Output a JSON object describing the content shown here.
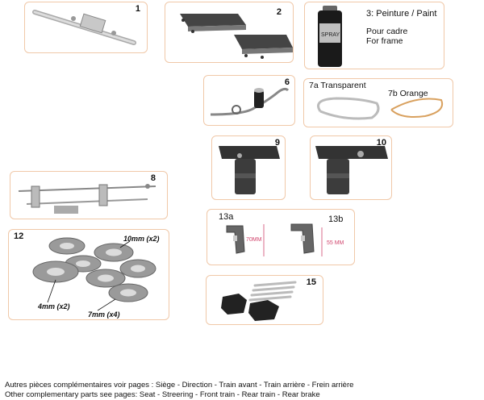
{
  "parts": {
    "p1": {
      "number": "1"
    },
    "p2": {
      "number": "2"
    },
    "p3": {
      "number_title": "3: Peinture / Paint",
      "line_fr": "Pour cadre",
      "line_en": "For frame"
    },
    "p6": {
      "number": "6"
    },
    "p7": {
      "label_a": "7a Transparent",
      "label_b": "7b Orange"
    },
    "p8": {
      "number": "8"
    },
    "p9": {
      "number": "9"
    },
    "p10": {
      "number": "10"
    },
    "p12": {
      "number": "12",
      "size_10": "10mm (x2)",
      "size_4": "4mm (x2)",
      "size_7": "7mm (x4)"
    },
    "p13": {
      "label_a": "13a",
      "label_b": "13b",
      "measure_a": "70MM",
      "measure_b": "55 MM"
    },
    "p15": {
      "number": "15"
    }
  },
  "footer": {
    "line_fr": "Autres pièces complémentaires voir pages : Siège - Direction - Train avant - Train arrière - Frein arrière",
    "line_en": "Other complementary parts see pages: Seat - Streering - Front train - Rear train - Rear brake"
  }
}
